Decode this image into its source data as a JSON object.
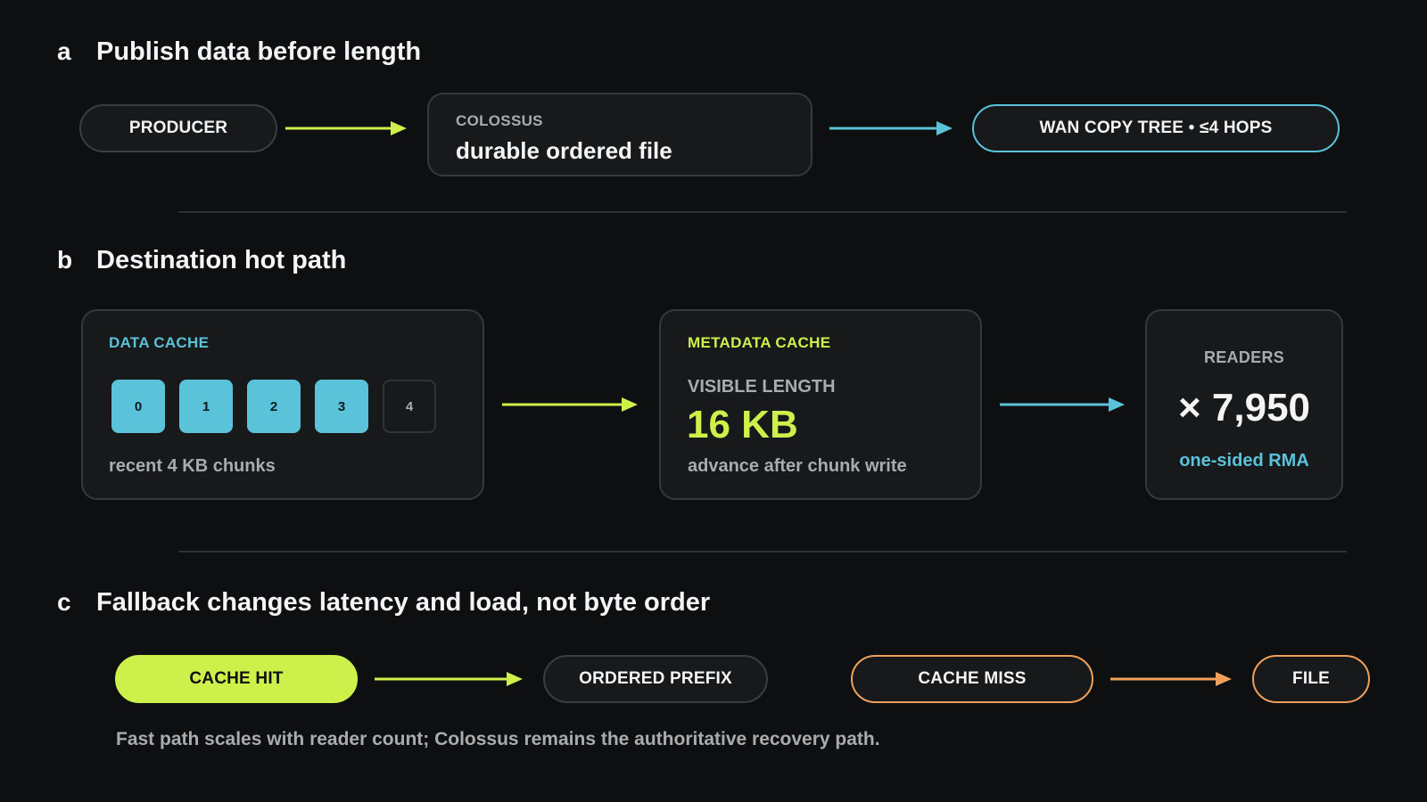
{
  "colors": {
    "lime": "#cdf04a",
    "cyan": "#5ac3d9",
    "orange": "#f0a05a",
    "background": "#0e0f10"
  },
  "section_a": {
    "letter": "a",
    "title": "Publish data before length",
    "producer": "PRODUCER",
    "colossus_label": "COLOSSUS",
    "colossus_text": "durable ordered file",
    "wan": "WAN COPY TREE • ≤4 HOPS"
  },
  "section_b": {
    "letter": "b",
    "title": "Destination hot path",
    "data_cache": {
      "label": "DATA CACHE",
      "chunks": [
        "0",
        "1",
        "2",
        "3",
        "4"
      ],
      "caption": "recent 4 KB chunks"
    },
    "metadata_cache": {
      "label": "METADATA CACHE",
      "sub_label": "VISIBLE LENGTH",
      "value": "16 KB",
      "caption": "advance after chunk write"
    },
    "readers": {
      "label": "READERS",
      "value": "× 7,950",
      "caption": "one-sided RMA"
    }
  },
  "section_c": {
    "letter": "c",
    "title": "Fallback changes latency and load, not byte order",
    "cache_hit": "CACHE HIT",
    "ordered_prefix": "ORDERED PREFIX",
    "cache_miss": "CACHE MISS",
    "file": "FILE",
    "footnote": "Fast path scales with reader count; Colossus remains the authoritative recovery path."
  }
}
